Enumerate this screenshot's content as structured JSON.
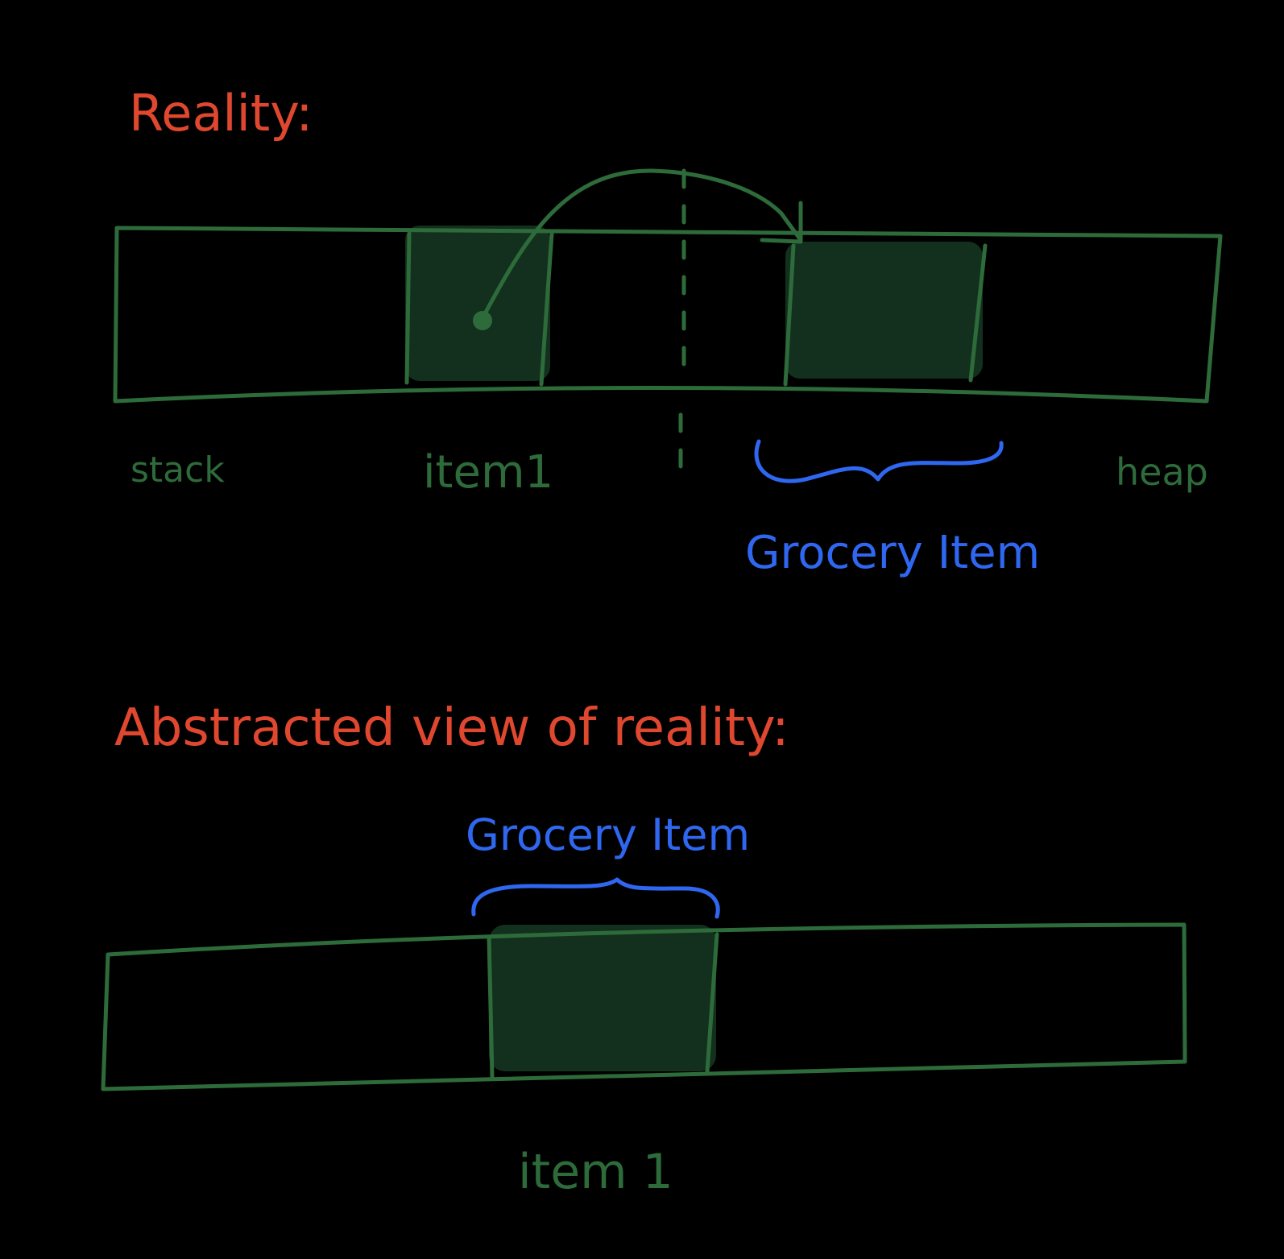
{
  "colors": {
    "background": "#000000",
    "memory": "#2e6b3a",
    "memory_fill": "#12301d",
    "heading": "#e0472f",
    "annotation": "#2f67f0"
  },
  "reality": {
    "heading": "Reality:",
    "labels": {
      "stack": "stack",
      "item1": "item1",
      "heap": "heap",
      "object": "Grocery Item"
    }
  },
  "abstracted": {
    "heading": "Abstracted view of reality:",
    "labels": {
      "object": "Grocery Item",
      "item1": "item 1"
    }
  }
}
